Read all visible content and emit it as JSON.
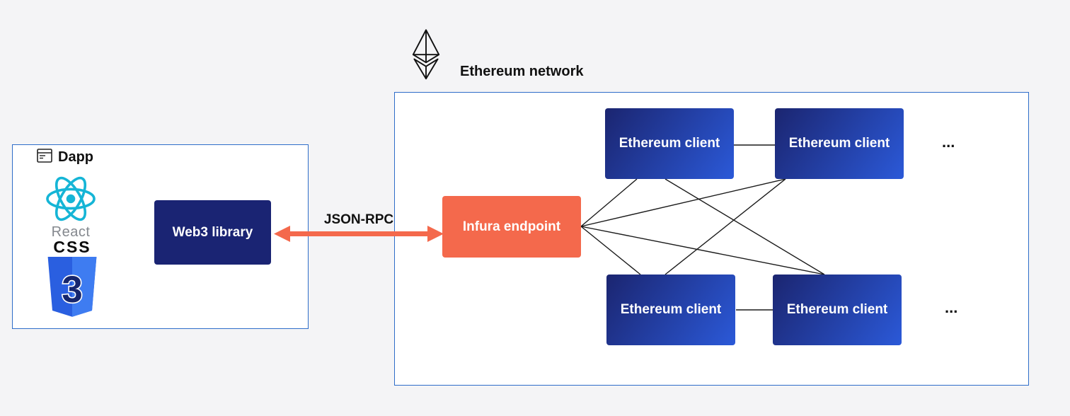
{
  "canvas": {
    "background": "#F4F4F6"
  },
  "dapp": {
    "title": "Dapp",
    "react_label": "React",
    "css_word": "CSS",
    "css_three": "3",
    "web3_label": "Web3 library"
  },
  "connection": {
    "label": "JSON-RPC"
  },
  "network": {
    "title": "Ethereum network",
    "infura_label": "Infura endpoint",
    "clients": [
      {
        "label": "Ethereum client"
      },
      {
        "label": "Ethereum client"
      },
      {
        "label": "Ethereum client"
      },
      {
        "label": "Ethereum client"
      }
    ],
    "ellipsis_top": "...",
    "ellipsis_bottom": "..."
  },
  "icons": {
    "app_window": "app-window-icon",
    "react": "react-atom-icon",
    "css3": "css3-shield-icon",
    "ethereum": "ethereum-diamond-icon",
    "arrow": "double-headed-arrow-icon"
  },
  "colors": {
    "background": "#F4F4F6",
    "box_border": "#2E6DC9",
    "navy": "#1A2473",
    "coral": "#F4694C",
    "client_gradient_start": "#1B2570",
    "client_gradient_end": "#2B59D8",
    "react_cyan": "#15B5D6",
    "css_blue": "#2A5FE0",
    "line": "#1A1A1A"
  }
}
